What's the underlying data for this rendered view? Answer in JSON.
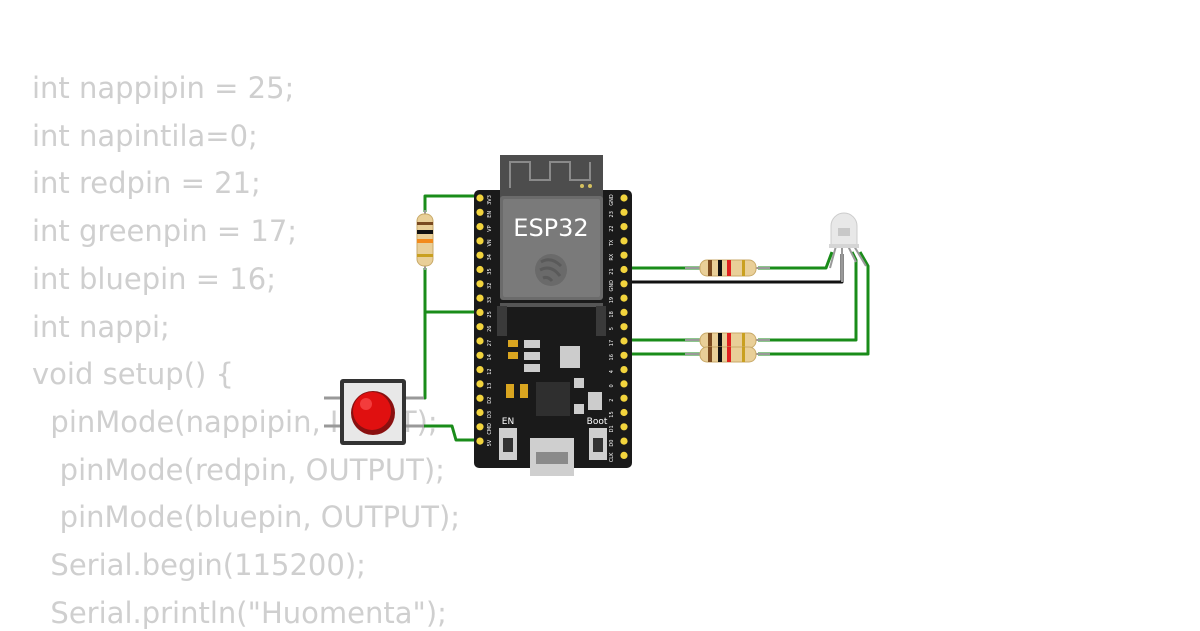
{
  "code": {
    "lines": [
      "int nappipin = 25;",
      "int napintila=0;",
      "int redpin = 21;",
      "int greenpin = 17;",
      "int bluepin = 16;",
      "int nappi;",
      "void setup() {",
      "  pinMode(nappipin, INPUT);",
      "   pinMode(redpin, OUTPUT);",
      "   pinMode(bluepin, OUTPUT);",
      "  Serial.begin(115200);",
      "  Serial.println(\"Huomenta\");"
    ],
    "text_color": "#cfcfcf"
  },
  "board": {
    "label": "ESP32",
    "en_label": "EN",
    "boot_label": "Boot",
    "left_pins": [
      "3V3",
      "EN",
      "VP",
      "VN",
      "34",
      "35",
      "32",
      "33",
      "25",
      "26",
      "27",
      "14",
      "12",
      "13",
      "D2",
      "D3",
      "CMD",
      "5V"
    ],
    "right_pins": [
      "GND",
      "23",
      "22",
      "TX",
      "RX",
      "21",
      "GND",
      "19",
      "18",
      "5",
      "17",
      "16",
      "4",
      "0",
      "2",
      "15",
      "D1",
      "D0",
      "CLK"
    ],
    "pcb_color": "#1a1a1a",
    "pin_color": "#f2d43d"
  },
  "colors": {
    "wire_green": "#1a8c1a",
    "wire_black": "#111111",
    "button_red": "#e01010"
  }
}
